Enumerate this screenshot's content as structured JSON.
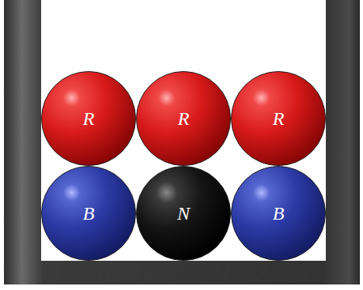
{
  "diagram": {
    "nodes": [
      {
        "text": [
          "R"
        ]
      },
      {
        "text": [
          "R"
        ]
      },
      {
        "text": [
          "R"
        ]
      },
      {
        "text": [
          "B"
        ]
      },
      {
        "text": [
          "N"
        ]
      },
      {
        "text": [
          "B"
        ]
      }
    ]
  }
}
